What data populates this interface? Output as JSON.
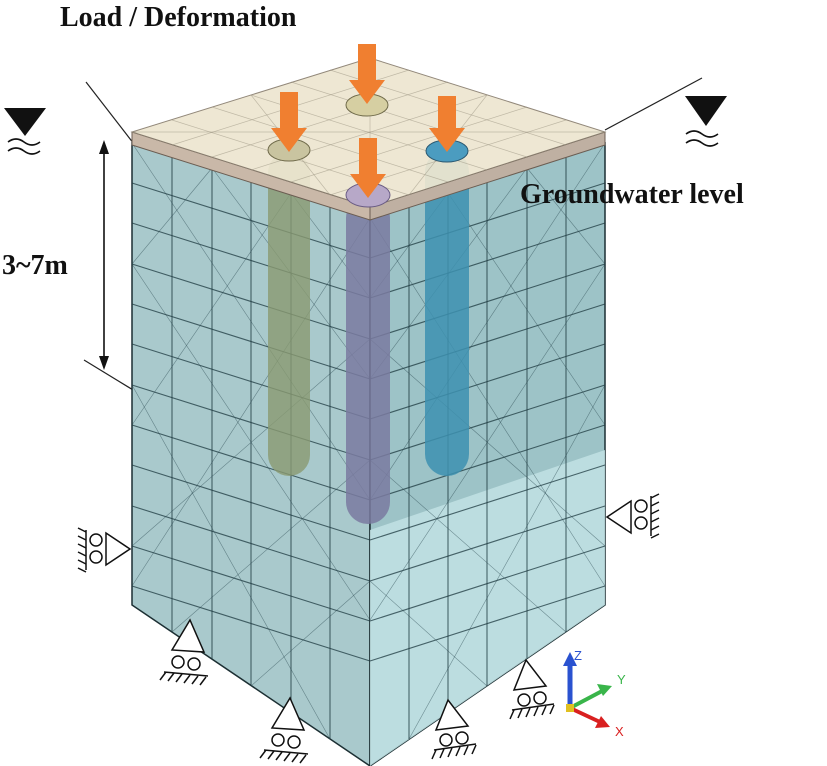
{
  "labels": {
    "load_deformation": "Load / Deformation",
    "groundwater_level": "Groundwater level",
    "depth_range": "3~7m"
  },
  "axes_triad": {
    "z": "Z",
    "y": "Y",
    "x": "X"
  },
  "colors": {
    "soil_front": "#a9c9cc",
    "soil_side": "#98bfc3",
    "soil_lower_side": "#bfe0e2",
    "cap_top": "#ede6d0",
    "cap_edge": "#c9b8a8",
    "arrow": "#f07f30",
    "pile_green": "#8a9a70",
    "pile_purple": "#7a7aa0",
    "pile_blue": "#3d90b0",
    "axis_z": "#2a52d0",
    "axis_y": "#39b54a",
    "axis_x": "#d92020"
  },
  "icons": [
    "water-level-triangle-icon",
    "roller-support-icon",
    "load-arrow-icon",
    "axis-triad-icon"
  ]
}
